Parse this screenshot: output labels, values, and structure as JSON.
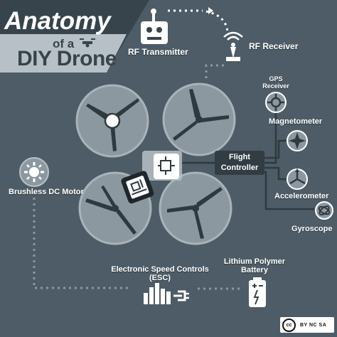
{
  "title": {
    "line1": "Anatomy",
    "line2": "of a",
    "line3": "DIY Drone"
  },
  "labels": {
    "rf_transmitter": "RF Transmitter",
    "rf_receiver": "RF Receiver",
    "gps_receiver_1": "GPS",
    "gps_receiver_2": "Receiver",
    "magnetometer": "Magnetometer",
    "flight_controller_1": "Flight",
    "flight_controller_2": "Controller",
    "accelerometer": "Accelerometer",
    "gyroscope": "Gyroscope",
    "brushless_dc_motor": "Brushless DC Motor",
    "esc_1": "Electronic Speed Controls",
    "esc_2": "(ESC)",
    "battery_1": "Lithium Polymer",
    "battery_2": "Battery"
  },
  "license": {
    "mark": "cc",
    "text": "BY  NC  SA"
  },
  "icons": {
    "robot": "rf-transmitter-icon",
    "antenna": "rf-receiver-icon",
    "gps": "gps-receiver-icon",
    "compass": "magnetometer-icon",
    "axes": "accelerometer-icon",
    "gyro": "gyroscope-icon",
    "motor": "brushless-motor-icon",
    "bars": "esc-icon",
    "battery": "battery-icon",
    "chip": "flight-controller-chip-icon",
    "drone": "drone-icon"
  },
  "colors": {
    "background": "#4d5c66",
    "panel": "#37444c",
    "rotor": "#8c989f",
    "rotor_ring": "#a9b3b9",
    "blade": "#2f3940",
    "dark": "#323c43",
    "line": "#2f3940",
    "accent": "#ffffff"
  }
}
